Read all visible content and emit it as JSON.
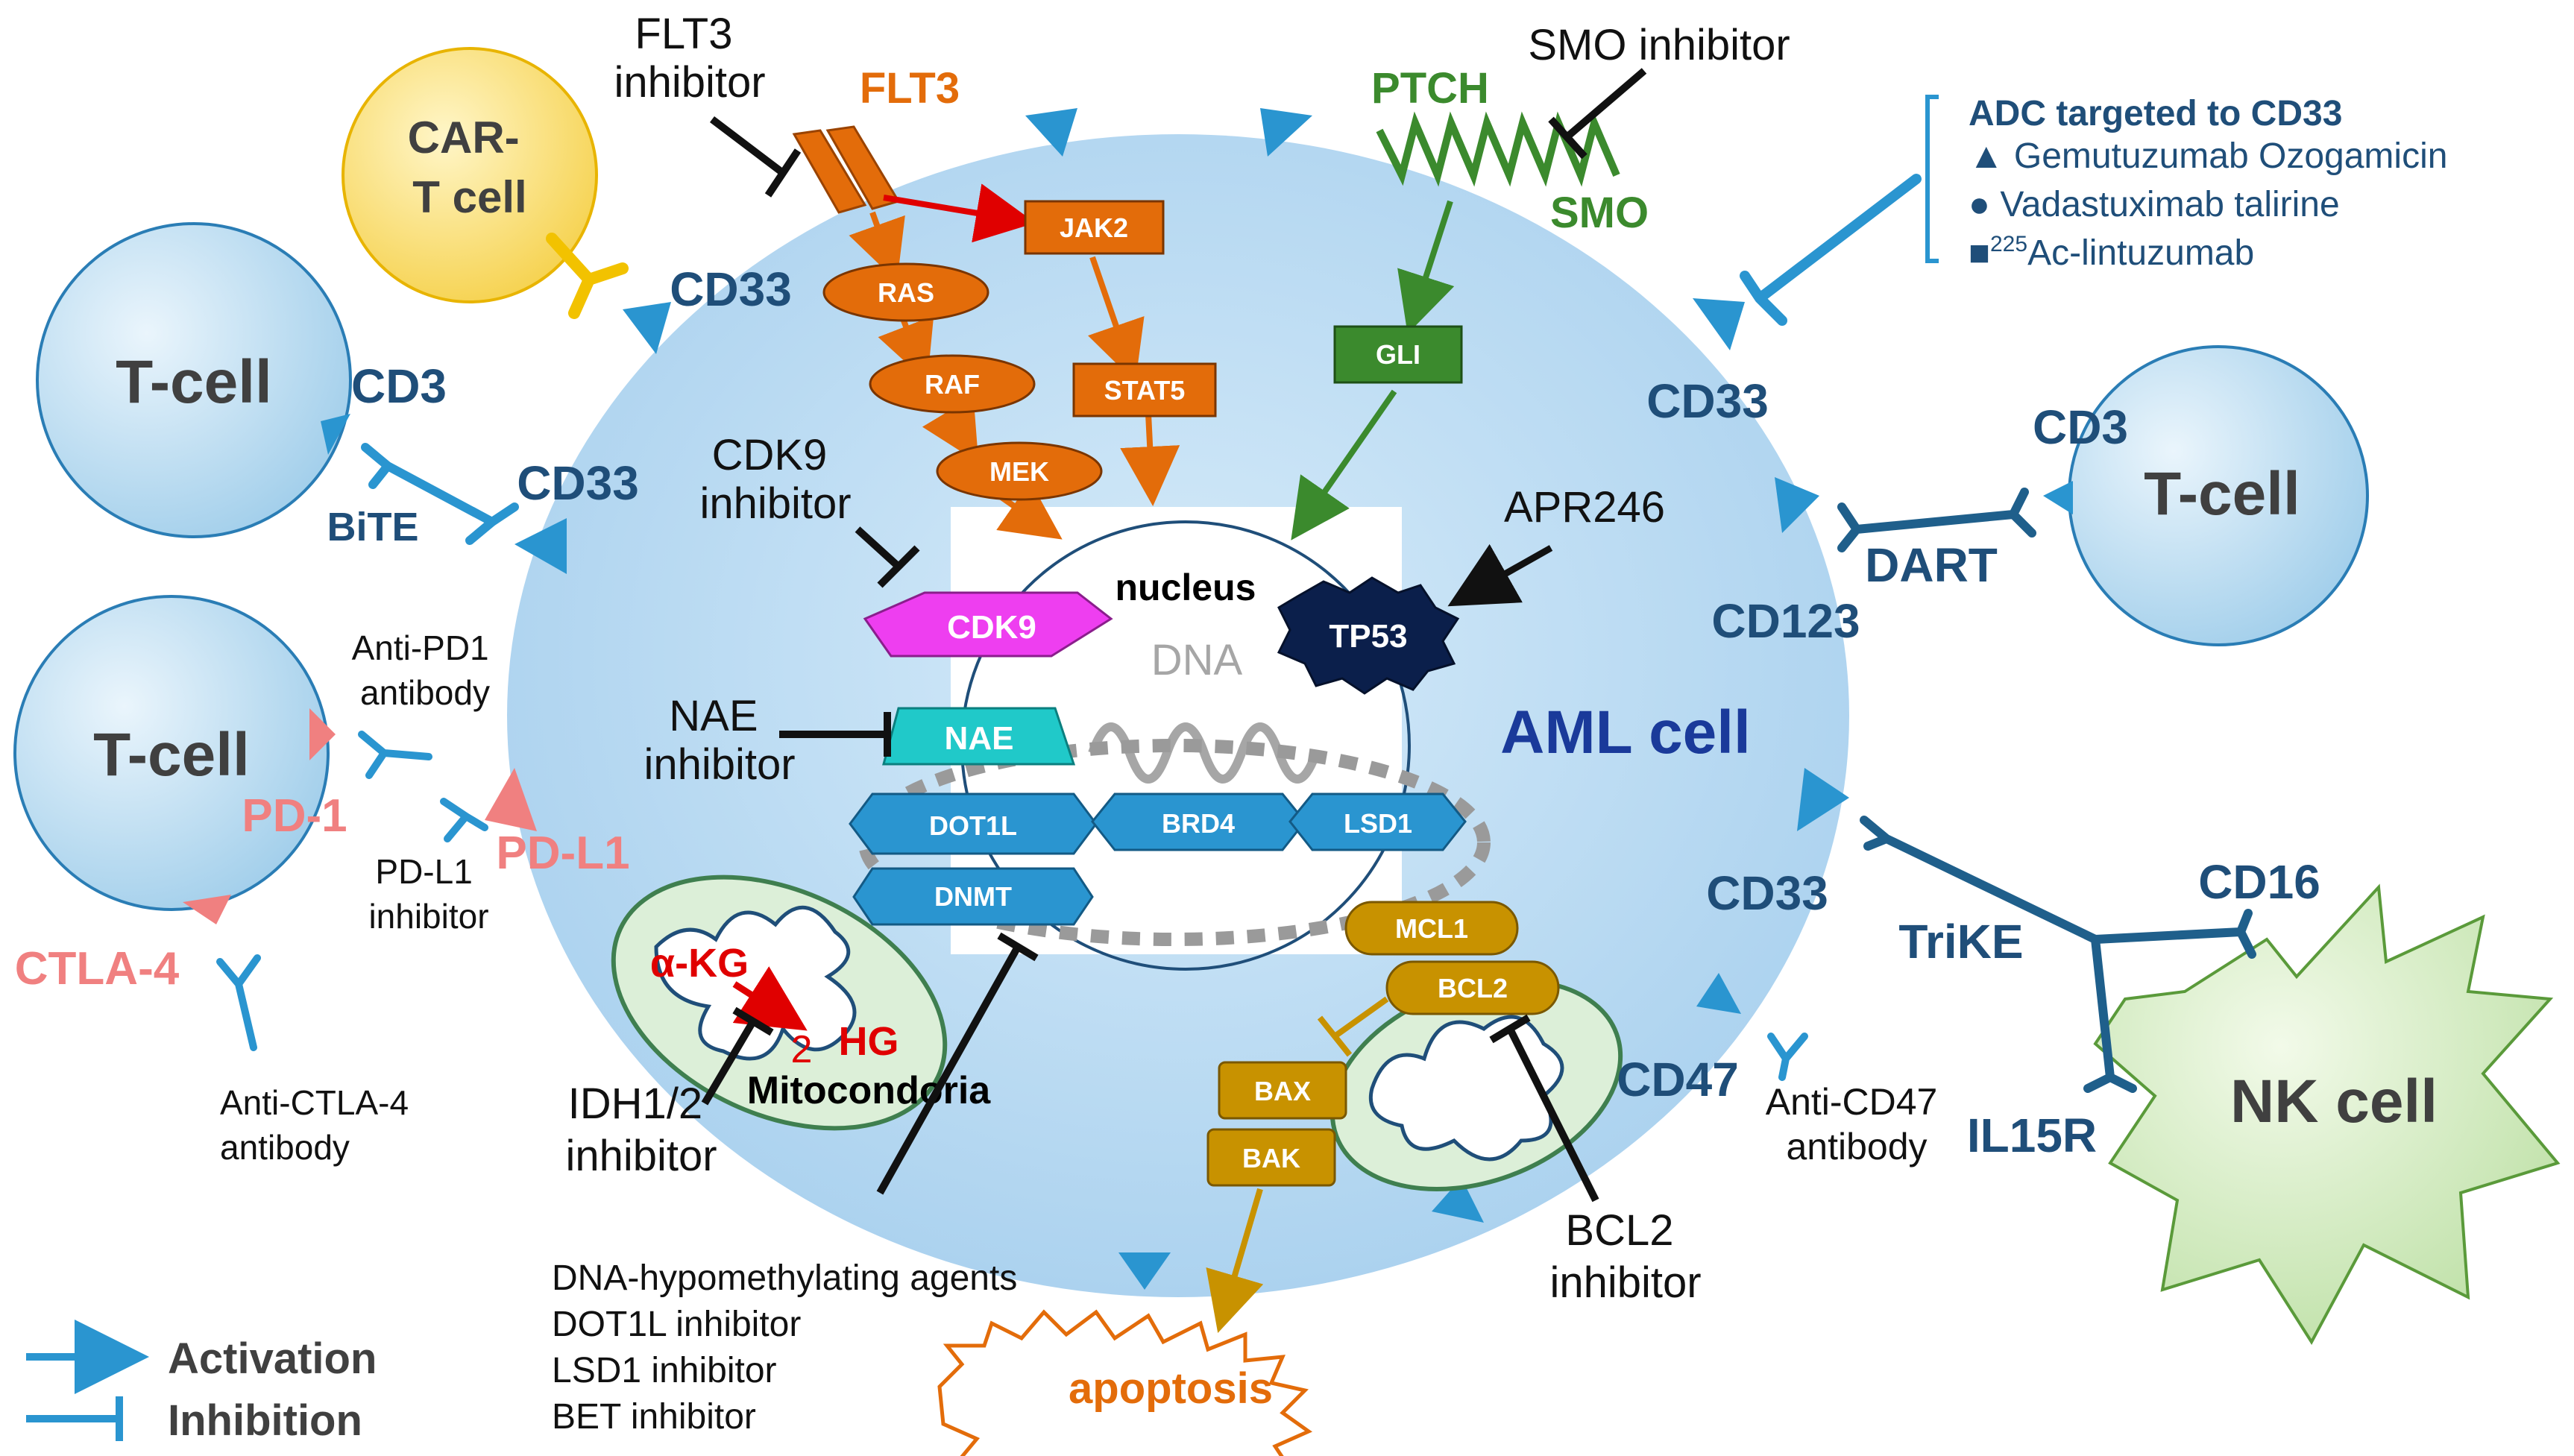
{
  "diagram": {
    "colors": {
      "aml": "#bcdcf2",
      "receptor": "#2a95d0",
      "orange": "#e36c0a",
      "green": "#3b8a2d",
      "navy": "#1f4e79",
      "gold": "#c89200",
      "pink": "#f08080",
      "magenta": "#ee3ef0",
      "teal": "#20c9c9",
      "black": "#111111",
      "red": "#e00000"
    },
    "cells": {
      "aml": "AML cell",
      "nucleus": "nucleus",
      "dna": "DNA",
      "mito": "Mitocondoria",
      "car_t": [
        "CAR-",
        "T cell"
      ],
      "t_cell": "T-cell",
      "nk_cell": "NK cell"
    },
    "receptors": {
      "cd33": "CD33",
      "cd3": "CD3",
      "cd123": "CD123",
      "cd47": "CD47",
      "cd16": "CD16",
      "il15r": "IL15R",
      "pd1": "PD-1",
      "pdl1": "PD-L1",
      "ctla4": "CTLA-4"
    },
    "engagers": {
      "bite": "BiTE",
      "dart": "DART",
      "trike": "TriKE"
    },
    "signaling": {
      "flt3": "FLT3",
      "jak2": "JAK2",
      "ras": "RAS",
      "raf": "RAF",
      "mek": "MEK",
      "stat5": "STAT5",
      "ptch": "PTCH",
      "smo": "SMO",
      "gli": "GLI",
      "cdk9": "CDK9",
      "tp53": "TP53",
      "nae": "NAE",
      "dot1l": "DOT1L",
      "brd4": "BRD4",
      "lsd1": "LSD1",
      "dnmt": "DNMT",
      "mcl1": "MCL1",
      "bcl2": "BCL2",
      "bax": "BAX",
      "bak": "BAK",
      "akg": "α-KG",
      "two": "2",
      "hg": "HG",
      "apoptosis": "apoptosis"
    },
    "drugs": {
      "flt3_inh": [
        "FLT3",
        "inhibitor"
      ],
      "smo_inh": "SMO inhibitor",
      "cdk9_inh": [
        "CDK9",
        "inhibitor"
      ],
      "apr246": "APR246",
      "nae_inh": [
        "NAE",
        "inhibitor"
      ],
      "anti_pd1": [
        "Anti-PD1",
        "antibody"
      ],
      "pdl1_inh": [
        "PD-L1",
        "inhibitor"
      ],
      "anti_ctla4": [
        "Anti-CTLA-4",
        "antibody"
      ],
      "idh_inh": [
        "IDH1/2",
        "inhibitor"
      ],
      "epi": [
        "DNA-hypomethylating agents",
        "DOT1L inhibitor",
        "LSD1 inhibitor",
        "BET inhibitor"
      ],
      "bcl2_inh": [
        "BCL2",
        "inhibitor"
      ],
      "anti_cd47": [
        "Anti-CD47",
        "antibody"
      ]
    },
    "adc": {
      "title": "ADC targeted to CD33",
      "items": [
        {
          "marker": "▲",
          "text": "Gemutuzumab Ozogamicin"
        },
        {
          "marker": "●",
          "text": "Vadastuximab talirine"
        },
        {
          "marker": "■",
          "sup": "225",
          "text": "Ac-lintuzumab"
        }
      ]
    },
    "legend": {
      "activation": "Activation",
      "inhibition": "Inhibition"
    }
  }
}
